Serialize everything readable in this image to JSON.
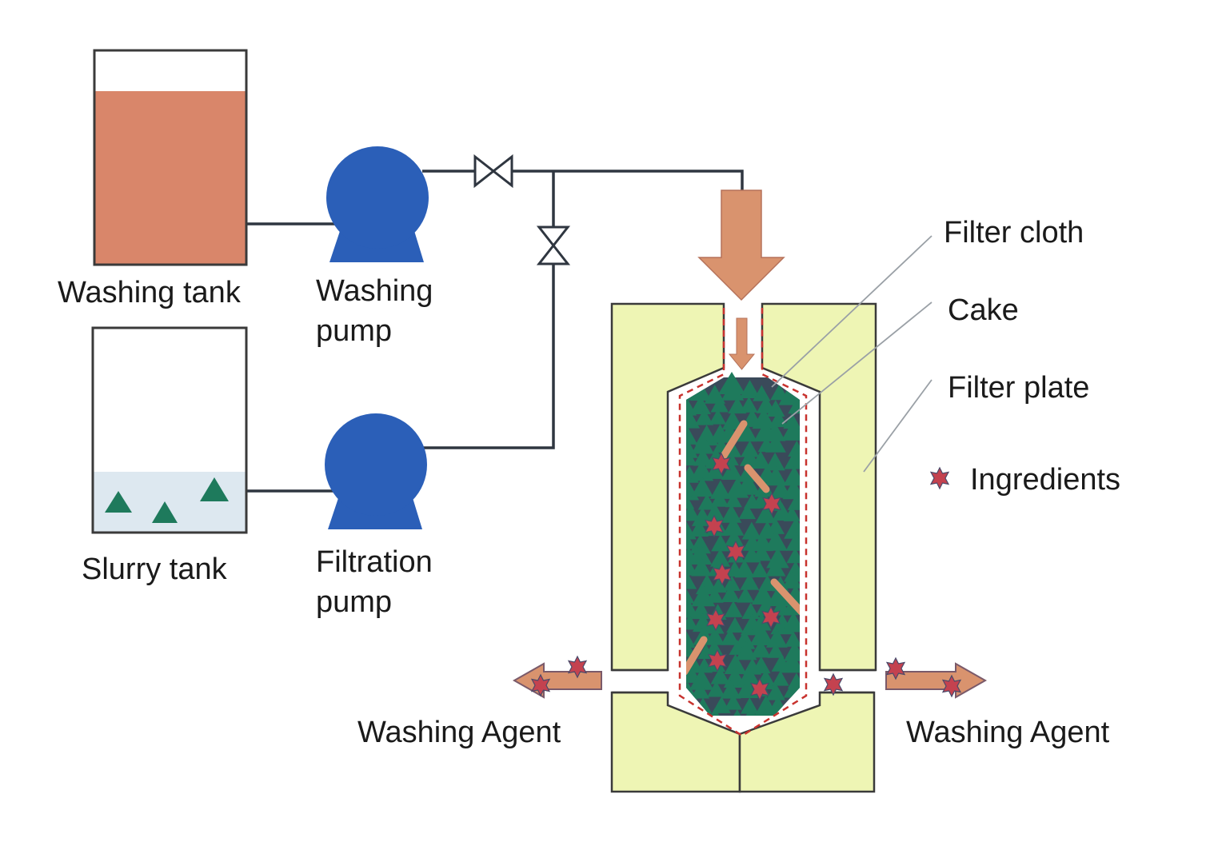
{
  "labels": {
    "washing_tank": "Washing tank",
    "washing_pump_1": "Washing",
    "washing_pump_2": "pump",
    "slurry_tank": "Slurry tank",
    "filtration_pump_1": "Filtration",
    "filtration_pump_2": "pump",
    "filter_cloth": "Filter cloth",
    "cake": "Cake",
    "filter_plate": "Filter plate",
    "ingredients": "Ingredients",
    "washing_agent_left": "Washing Agent",
    "washing_agent_right": "Washing Agent"
  },
  "colors": {
    "washing_liquid": "#d9866a",
    "pump": "#2b5fb8",
    "slurry": "#dde8f0",
    "cake_particle": "#1e7a5c",
    "ingredient": "#c4424f",
    "filter_plate": "#eef5b4",
    "flow_arrow": "#d9936e",
    "filter_cloth": "#c8322e",
    "pipe": "#2f3640"
  }
}
